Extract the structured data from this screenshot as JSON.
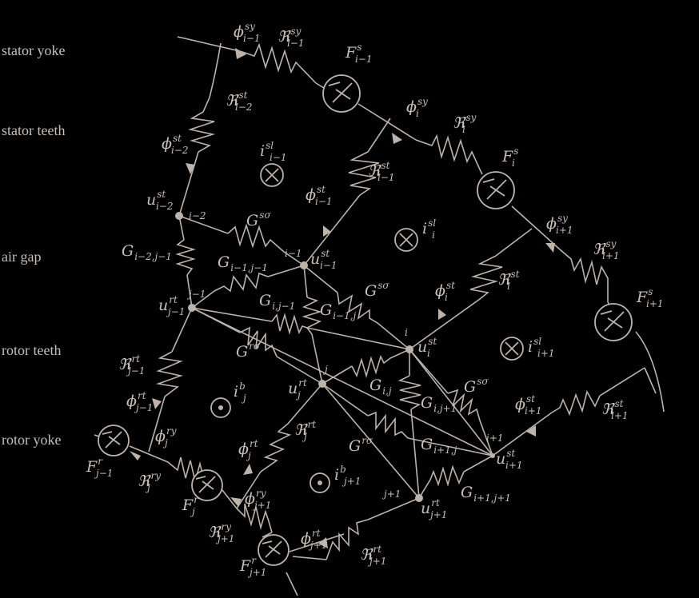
{
  "regions": [
    "stator yoke",
    "stator teeth",
    "air gap",
    "rotor teeth",
    "rotor yoke"
  ],
  "node_indices": [
    "i−2",
    "i−1",
    "i",
    "i+1",
    "j−1",
    "j",
    "j+1"
  ],
  "labels": [
    {
      "base": "ϕ",
      "sup": "sy",
      "sub": "i−1"
    },
    {
      "base": "ℜ",
      "sup": "sy",
      "sub": "i−1"
    },
    {
      "base": "F",
      "sup": "s",
      "sub": "i−1"
    },
    {
      "base": "ℜ",
      "sup": "st",
      "sub": "i−2"
    },
    {
      "base": "ϕ",
      "sup": "sy",
      "sub": "i"
    },
    {
      "base": "ℜ",
      "sup": "sy",
      "sub": "i"
    },
    {
      "base": "F",
      "sup": "s",
      "sub": "i"
    },
    {
      "base": "ϕ",
      "sup": "st",
      "sub": "i−2"
    },
    {
      "base": "i",
      "sup": "sl",
      "sub": "i−1"
    },
    {
      "base": "ℜ",
      "sup": "st",
      "sub": "i−1"
    },
    {
      "base": "u",
      "sup": "st",
      "sub": "i−2"
    },
    {
      "base": "ϕ",
      "sup": "st",
      "sub": "i−1"
    },
    {
      "base": "G",
      "sup": "sσ",
      "sub": ""
    },
    {
      "base": "ϕ",
      "sup": "sy",
      "sub": "i+1"
    },
    {
      "base": "i",
      "sup": "sl",
      "sub": "i"
    },
    {
      "base": "ℜ",
      "sup": "sy",
      "sub": "i+1"
    },
    {
      "base": "G",
      "sup": "",
      "sub": "i−2,j−1"
    },
    {
      "base": "G",
      "sup": "",
      "sub": "i−1,j−1"
    },
    {
      "base": "u",
      "sup": "st",
      "sub": "i−1"
    },
    {
      "base": "F",
      "sup": "s",
      "sub": "i+1"
    },
    {
      "base": "G",
      "sup": "sσ",
      "sub": ""
    },
    {
      "base": "ϕ",
      "sup": "st",
      "sub": "i"
    },
    {
      "base": "ℜ",
      "sup": "st",
      "sub": "i"
    },
    {
      "base": "u",
      "sup": "rt",
      "sub": "j−1"
    },
    {
      "base": "G",
      "sup": "",
      "sub": "i,j−1"
    },
    {
      "base": "G",
      "sup": "",
      "sub": "i−1,j"
    },
    {
      "base": "G",
      "sup": "rσ",
      "sub": ""
    },
    {
      "base": "u",
      "sup": "st",
      "sub": "i"
    },
    {
      "base": "i",
      "sup": "sl",
      "sub": "i+1"
    },
    {
      "base": "ℜ",
      "sup": "rt",
      "sub": "j−1"
    },
    {
      "base": "G",
      "sup": "",
      "sub": "i,j"
    },
    {
      "base": "G",
      "sup": "sσ",
      "sub": ""
    },
    {
      "base": "u",
      "sup": "rt",
      "sub": "j"
    },
    {
      "base": "i",
      "sup": "b",
      "sub": "j"
    },
    {
      "base": "G",
      "sup": "",
      "sub": "i,j+1"
    },
    {
      "base": "ϕ",
      "sup": "rt",
      "sub": "j−1"
    },
    {
      "base": "ϕ",
      "sup": "st",
      "sub": "i+1"
    },
    {
      "base": "ℜ",
      "sup": "st",
      "sub": "i+1"
    },
    {
      "base": "ϕ",
      "sup": "ry",
      "sub": "j"
    },
    {
      "base": "ℜ",
      "sup": "rt",
      "sub": "j"
    },
    {
      "base": "G",
      "sup": "rσ",
      "sub": ""
    },
    {
      "base": "G",
      "sup": "",
      "sub": "i+1,j"
    },
    {
      "base": "F",
      "sup": "r",
      "sub": "j−1"
    },
    {
      "base": "ϕ",
      "sup": "rt",
      "sub": "j"
    },
    {
      "base": "u",
      "sup": "st",
      "sub": "i+1"
    },
    {
      "base": "ℜ",
      "sup": "ry",
      "sub": "j"
    },
    {
      "base": "i",
      "sup": "b",
      "sub": "j+1"
    },
    {
      "base": "F",
      "sup": "r",
      "sub": "j"
    },
    {
      "base": "ϕ",
      "sup": "ry",
      "sub": "j+1"
    },
    {
      "base": "G",
      "sup": "",
      "sub": "i+1,j+1"
    },
    {
      "base": "u",
      "sup": "rt",
      "sub": "j+1"
    },
    {
      "base": "ℜ",
      "sup": "ry",
      "sub": "j+1"
    },
    {
      "base": "ϕ",
      "sup": "rt",
      "sub": "j+1"
    },
    {
      "base": "ℜ",
      "sup": "rt",
      "sub": "j+1"
    },
    {
      "base": "F",
      "sup": "r",
      "sub": "j+1"
    }
  ]
}
